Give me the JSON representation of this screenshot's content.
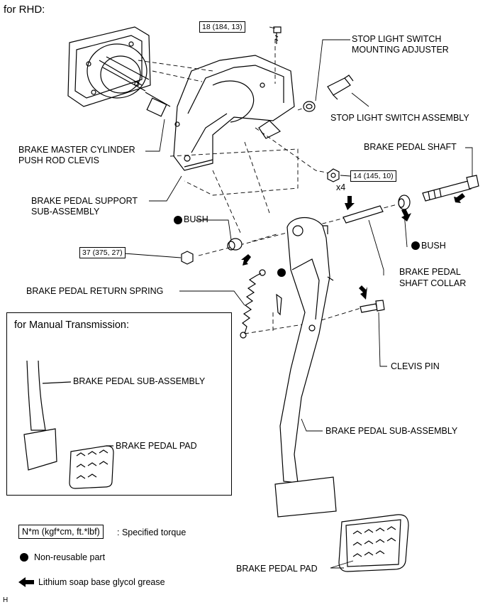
{
  "header": "for RHD:",
  "labels": {
    "stop_light_switch_mounting_adjuster": [
      "STOP LIGHT SWITCH",
      "MOUNTING ADJUSTER"
    ],
    "stop_light_switch_assembly": "STOP LIGHT SWITCH ASSEMBLY",
    "brake_master_cylinder_push_rod_clevis": [
      "BRAKE MASTER CYLINDER",
      "PUSH ROD CLEVIS"
    ],
    "brake_pedal_shaft": "BRAKE PEDAL SHAFT",
    "brake_pedal_support": [
      "BRAKE PEDAL SUPPORT",
      "SUB-ASSEMBLY"
    ],
    "bush_left": "BUSH",
    "bush_right": "BUSH",
    "x4": "x4",
    "brake_pedal_shaft_collar": [
      "BRAKE PEDAL",
      "SHAFT COLLAR"
    ],
    "brake_pedal_return_spring": "BRAKE PEDAL RETURN SPRING",
    "clevis_pin": "CLEVIS PIN",
    "brake_pedal_sub_assembly_main": "BRAKE PEDAL SUB-ASSEMBLY",
    "brake_pedal_pad_main": "BRAKE PEDAL PAD"
  },
  "torques": {
    "t1": "18 (184, 13)",
    "t2": "14 (145, 10)",
    "t3": "37 (375, 27)"
  },
  "inset": {
    "title": "for Manual Transmission:",
    "brake_pedal_sub_assembly": "BRAKE PEDAL SUB-ASSEMBLY",
    "brake_pedal_pad": "BRAKE PEDAL PAD"
  },
  "legend": {
    "torque_box": "N*m (kgf*cm, ft.*lbf)",
    "torque_text": ": Specified torque",
    "non_reusable": "Non-reusable part",
    "grease": "Lithium soap base glycol grease"
  },
  "footer_code": "H"
}
